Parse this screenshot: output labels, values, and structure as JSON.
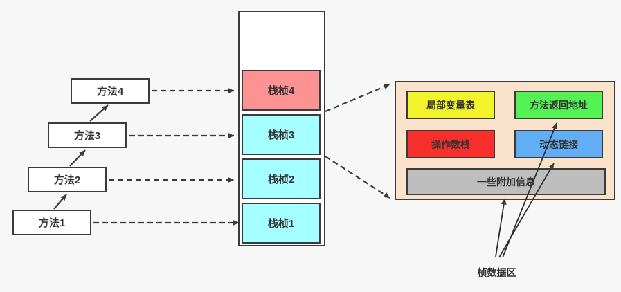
{
  "methods": [
    {
      "label": "方法4"
    },
    {
      "label": "方法3"
    },
    {
      "label": "方法2"
    },
    {
      "label": "方法1"
    }
  ],
  "stack": {
    "frames": [
      {
        "label": "栈桢4",
        "color": "#FC9292"
      },
      {
        "label": "栈桢3",
        "color": "#A5FEFF"
      },
      {
        "label": "栈桢2",
        "color": "#A5FEFF"
      },
      {
        "label": "栈桢1",
        "color": "#A5FEFF"
      }
    ]
  },
  "frame_detail": {
    "panel_color": "#FBE2CB",
    "cells": [
      {
        "label": "局部变量表",
        "color": "#F3F32B"
      },
      {
        "label": "方法返回地址",
        "color": "#55F255"
      },
      {
        "label": "操作数栈",
        "color": "#F8302C"
      },
      {
        "label": "动态链接",
        "color": "#61AEF5"
      },
      {
        "label": "一些附加信息",
        "color": "#BEBEBE"
      }
    ]
  },
  "annotation": {
    "label": "桢数据区"
  },
  "colors": {
    "background": "#F7F7F7",
    "border": "#3B3B3B",
    "arrow": "#3B3B3B"
  }
}
